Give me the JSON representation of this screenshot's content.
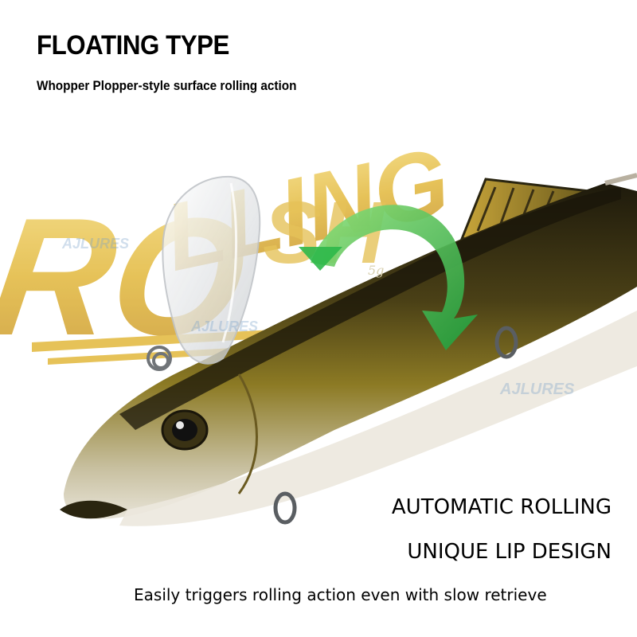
{
  "headline": {
    "title": "FLOATING TYPE",
    "subtitle": "Whopper Plopper-style surface rolling action"
  },
  "background_lettering": "ROLLING FISH",
  "features": {
    "line1": "AUTOMATIC ROLLING",
    "line2": "UNIQUE LIP DESIGN",
    "line3": "Easily triggers rolling action even with slow retrieve"
  },
  "watermark": "AJLURES",
  "body_mark": "5g",
  "colors": {
    "gold_lettering": "#E2B83C",
    "arrow_green": "#2DB84A",
    "lure_dark": "#2A2510",
    "lure_gold": "#8C7A24"
  }
}
